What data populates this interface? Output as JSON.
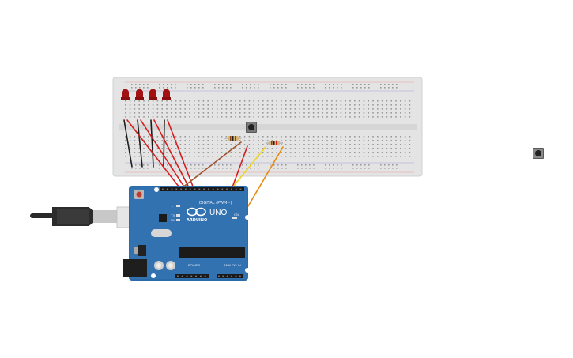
{
  "board": {
    "logo_text": "ARDUINO",
    "model_text": "UNO",
    "digital_label": "DIGITAL (PWM~)",
    "analog_label": "ANALOG IN",
    "power_label": "POWER",
    "tx_label": "TX",
    "rx_label": "RX",
    "l_label": "L",
    "on_label": "ON"
  },
  "colors": {
    "board": "#2b6ca8",
    "breadboard": "#e6e6e6",
    "led": "#b31313",
    "wire_red": "#d62020",
    "wire_black": "#222222",
    "wire_yellow": "#f0d020",
    "wire_orange": "#e88a10",
    "wire_brown": "#a0522d"
  }
}
